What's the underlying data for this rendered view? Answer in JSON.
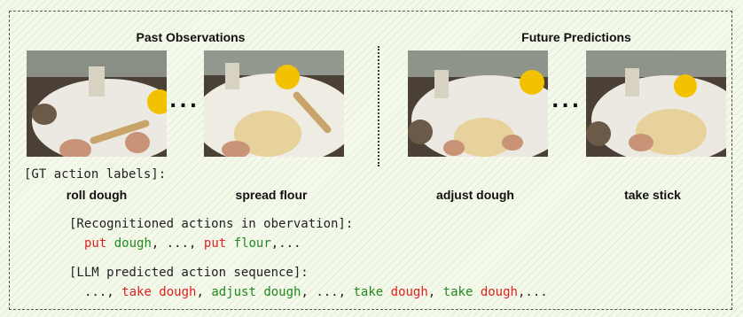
{
  "headings": {
    "past": "Past Observations",
    "future": "Future Predictions"
  },
  "ellipsis": "...",
  "frames": [
    {
      "image": "kitchen-table-frame-roll-dough"
    },
    {
      "image": "kitchen-table-frame-spread-flour"
    },
    {
      "image": "kitchen-table-frame-adjust-dough"
    },
    {
      "image": "kitchen-table-frame-take-stick"
    }
  ],
  "gt_header": "[GT action labels]:",
  "gt_labels": [
    "roll dough",
    "spread flour",
    "adjust dough",
    "take stick"
  ],
  "recognized_header": "[Recognitioned actions in obervation]:",
  "recognized_sequence": [
    {
      "verb": "put",
      "noun": "dough",
      "sep": ", ..., "
    },
    {
      "verb": "put",
      "noun": "flour",
      "sep": ",..."
    }
  ],
  "llm_header": "[LLM predicted action sequence]:",
  "llm_sequence": [
    {
      "text": "..., ",
      "color": "plain"
    },
    {
      "text": "take dough",
      "color": "red"
    },
    {
      "text": ", ",
      "color": "plain"
    },
    {
      "text": "adjust dough",
      "color": "green"
    },
    {
      "text": ", ..., ",
      "color": "plain"
    },
    {
      "text": "take ",
      "color": "green"
    },
    {
      "text": "dough",
      "color": "red"
    },
    {
      "text": ", ",
      "color": "plain"
    },
    {
      "text": "take ",
      "color": "green"
    },
    {
      "text": "dough",
      "color": "red"
    },
    {
      "text": ",...",
      "color": "plain"
    }
  ],
  "colors": {
    "correct": "#1f8a1f",
    "incorrect": "#e02020",
    "background": "#f4f9ec"
  }
}
